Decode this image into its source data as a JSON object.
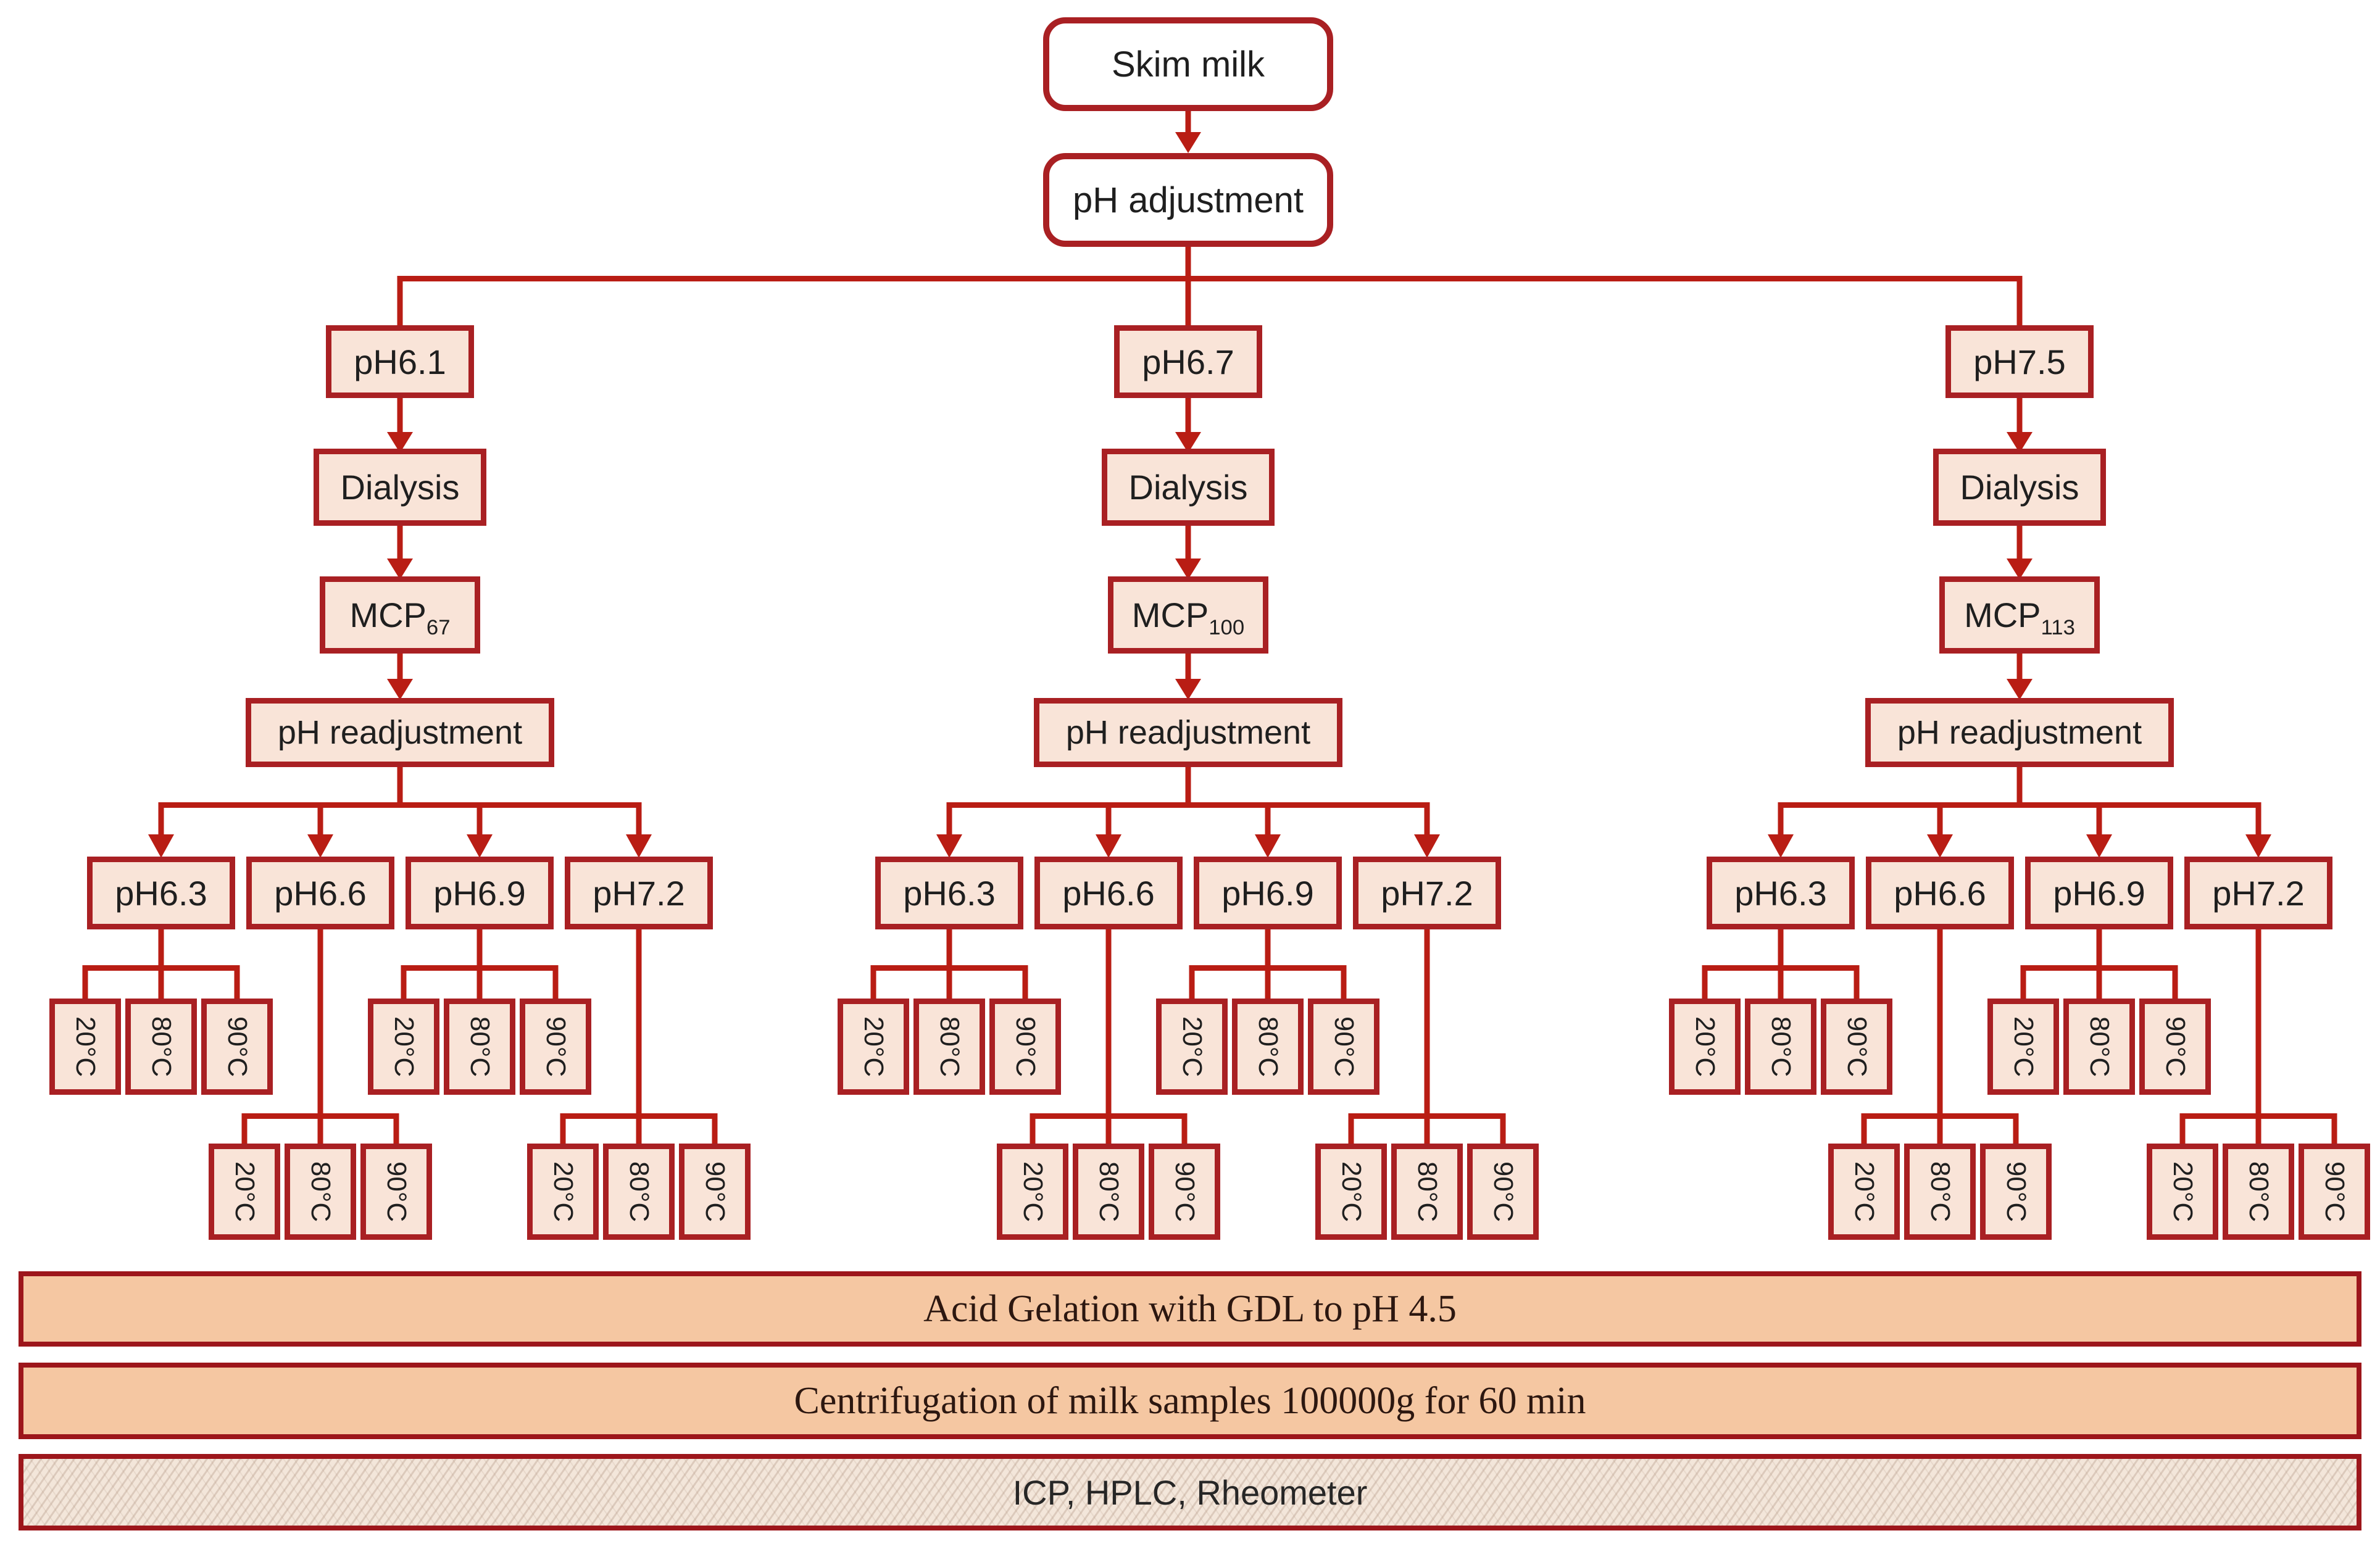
{
  "diagram": {
    "root_label": "Skim milk",
    "adjustment_label": "pH adjustment"
  },
  "branches": [
    {
      "initial_ph": "pH6.1",
      "dialysis": "Dialysis",
      "mcp_base": "MCP",
      "mcp_sub": "67",
      "readjustment": "pH readjustment",
      "targets": [
        "pH6.3",
        "pH6.6",
        "pH6.9",
        "pH7.2"
      ],
      "temperatures": [
        "20°C",
        "80°C",
        "90°C"
      ]
    },
    {
      "initial_ph": "pH6.7",
      "dialysis": "Dialysis",
      "mcp_base": "MCP",
      "mcp_sub": "100",
      "readjustment": "pH readjustment",
      "targets": [
        "pH6.3",
        "pH6.6",
        "pH6.9",
        "pH7.2"
      ],
      "temperatures": [
        "20°C",
        "80°C",
        "90°C"
      ]
    },
    {
      "initial_ph": "pH7.5",
      "dialysis": "Dialysis",
      "mcp_base": "MCP",
      "mcp_sub": "113",
      "readjustment": "pH readjustment",
      "targets": [
        "pH6.3",
        "pH6.6",
        "pH6.9",
        "pH7.2"
      ],
      "temperatures": [
        "20°C",
        "80°C",
        "90°C"
      ]
    }
  ],
  "bottom_bars": [
    "Acid Gelation with GDL to pH 4.5",
    "Centrifugation of milk samples 100000g for 60 min",
    "ICP, HPLC, Rheometer"
  ],
  "colors": {
    "wire": "#b91d14",
    "box_border": "#a92023",
    "box_fill": "#f9e4d8",
    "top_box_fill": "#ffffff",
    "bar_fill": "#f5c7a2",
    "bar_border": "#9d161b",
    "hatched_bar_fill": "#f3e6da",
    "text": "#1f1f1f"
  }
}
